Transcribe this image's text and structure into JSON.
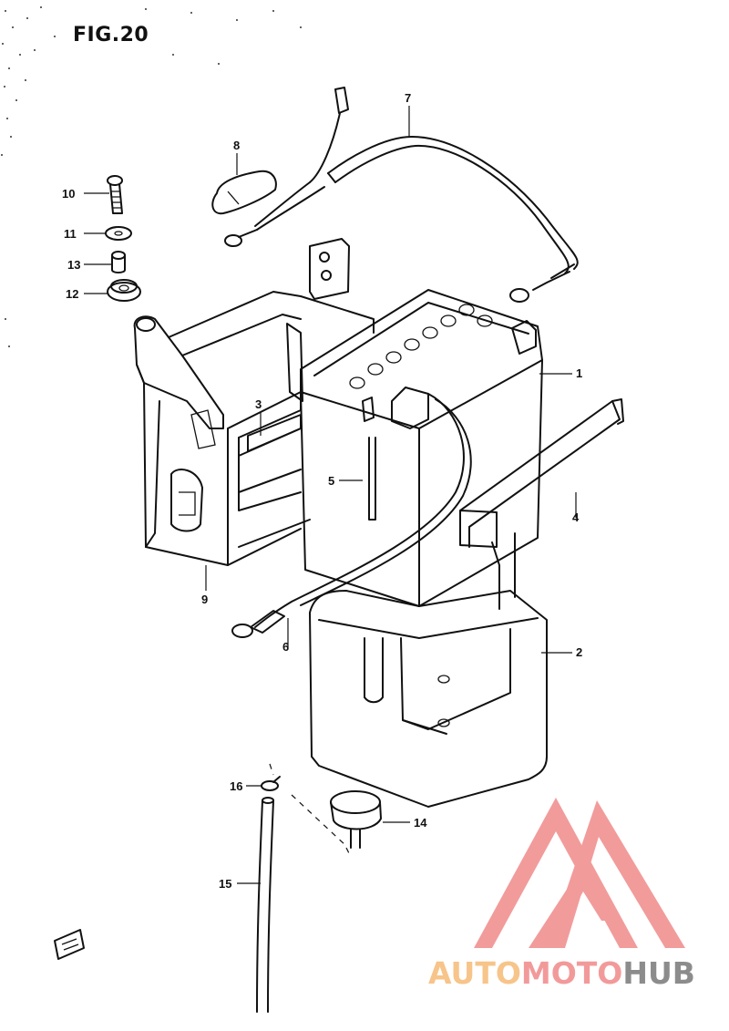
{
  "figure": {
    "title": "FIG.20"
  },
  "callouts": [
    "1",
    "2",
    "3",
    "4",
    "5",
    "6",
    "7",
    "8",
    "9",
    "10",
    "11",
    "12",
    "13",
    "14",
    "15",
    "16"
  ],
  "watermark": {
    "part1": "AUTO",
    "part2": "MOTO",
    "part3": "HUB",
    "colors": {
      "logo": "#f08a8a",
      "auto": "#f7c48a",
      "moto": "#f29a9a",
      "hub": "#8c8c8c"
    }
  }
}
